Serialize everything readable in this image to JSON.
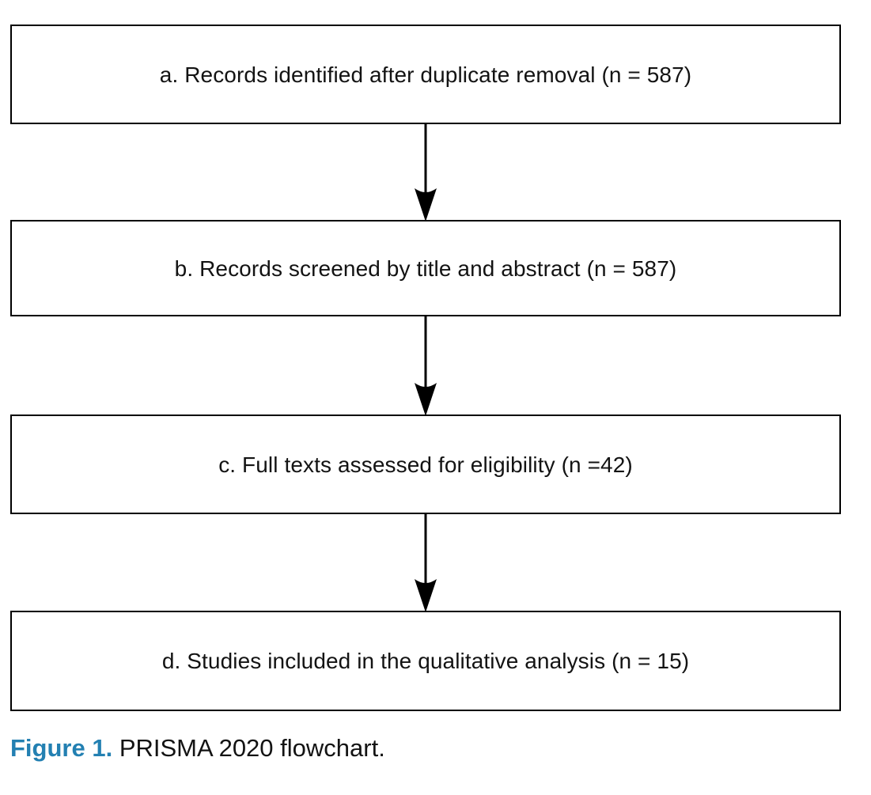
{
  "figure": {
    "type": "flowchart",
    "boxes": [
      {
        "id": "a",
        "label": "a. Records identified after duplicate removal (n = 587)"
      },
      {
        "id": "b",
        "label": "b. Records screened by title and abstract (n = 587)"
      },
      {
        "id": "c",
        "label": "c. Full texts assessed for eligibility (n =42)"
      },
      {
        "id": "d",
        "label": "d. Studies included in the qualitative analysis (n = 15)"
      }
    ],
    "arrows": [
      {
        "from": "a",
        "to": "b"
      },
      {
        "from": "b",
        "to": "c"
      },
      {
        "from": "c",
        "to": "d"
      }
    ],
    "caption": {
      "prefix": "Figure 1.",
      "text": " PRISMA 2020 flowchart."
    },
    "colors": {
      "box_border": "#000000",
      "arrow": "#000000",
      "caption_accent": "#2380B2",
      "text": "#131313",
      "background": "#ffffff"
    }
  }
}
